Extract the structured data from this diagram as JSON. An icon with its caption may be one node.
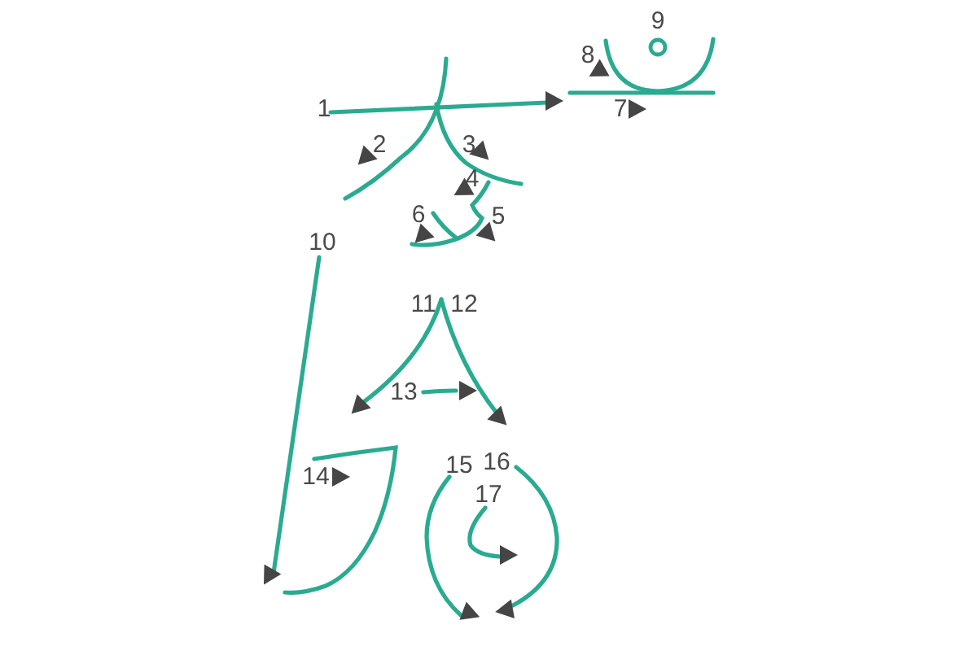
{
  "diagram": {
    "labels": [
      "9",
      "8",
      "1",
      "7",
      "2",
      "3",
      "4",
      "6",
      "5",
      "10",
      "11",
      "12",
      "13",
      "14",
      "15",
      "16",
      "17"
    ]
  }
}
